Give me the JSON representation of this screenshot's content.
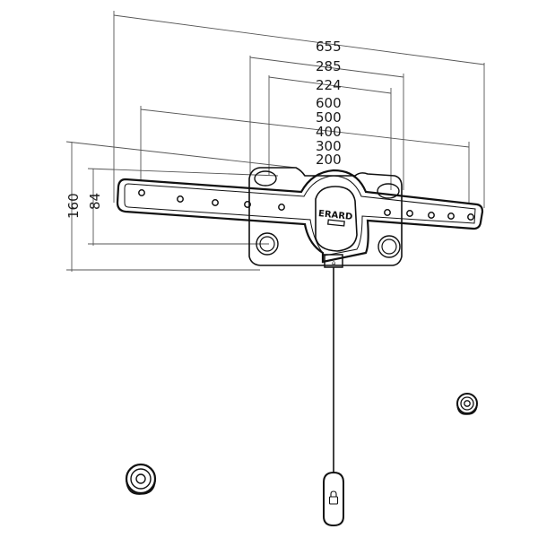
{
  "dimensions": {
    "total_width": "655",
    "vesa_horizontal": [
      "285",
      "224"
    ],
    "vesa_series": [
      "600",
      "500",
      "400",
      "300",
      "200"
    ],
    "height_outer": "160",
    "height_inner": "84"
  },
  "bracket": {
    "brand": "ERARD"
  },
  "cable_tag_symbol": "lock-icon",
  "colors": {
    "ink": "#111111",
    "dimension": "#555555",
    "background": "#ffffff"
  }
}
